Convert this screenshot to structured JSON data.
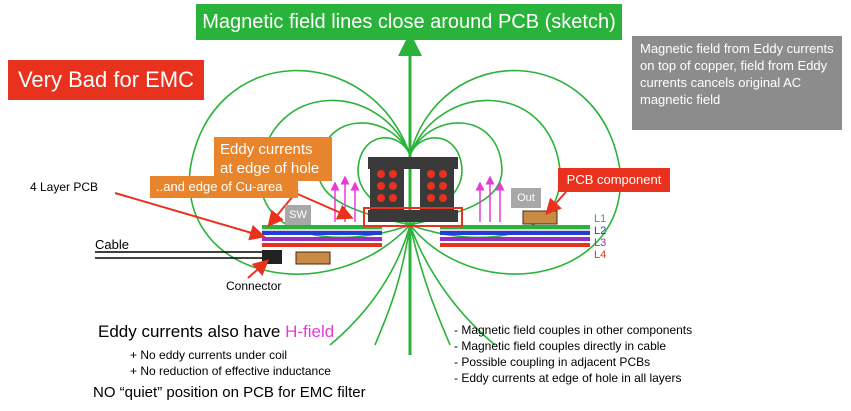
{
  "title": "Magnetic field lines close around PCB (sketch)",
  "warning": "Very Bad for EMC",
  "eddy_note": "Magnetic field from Eddy currents on top of copper, field from Eddy currents cancels original AC magnetic field",
  "labels": {
    "eddy_edge_hole": "Eddy currents at edge of hole",
    "edge_cu_area": "..and edge of Cu-area",
    "pcb_component": "PCB component",
    "four_layer_pcb": "4 Layer PCB",
    "cable": "Cable",
    "connector": "Connector",
    "sw": "SW",
    "out": "Out"
  },
  "layers": [
    {
      "name": "L1",
      "color": "#2ab33a"
    },
    {
      "name": "L2",
      "color": "#1f3fd6"
    },
    {
      "name": "L3",
      "color": "#9b2fc0"
    },
    {
      "name": "L4",
      "color": "#e8321e"
    }
  ],
  "hfield": {
    "prefix": "Eddy currents also have ",
    "highlight": "H-field",
    "highlight_color": "#e83ad8",
    "bullets": [
      "+ No eddy currents under coil",
      "+ No reduction of effective inductance"
    ]
  },
  "quiet": "NO “quiet” position on PCB for EMC filter",
  "right_list": [
    "- Magnetic field couples in other components",
    "- Magnetic field couples directly in cable",
    "- Possible coupling in adjacent PCBs",
    "- Eddy currents at edge of hole in all layers"
  ],
  "colors": {
    "field": "#2ab33a",
    "eddy_arrow": "#e83ad8",
    "coil_dot": "#e8321e",
    "core": "#3a3a3a",
    "callout": "#e8321e"
  }
}
